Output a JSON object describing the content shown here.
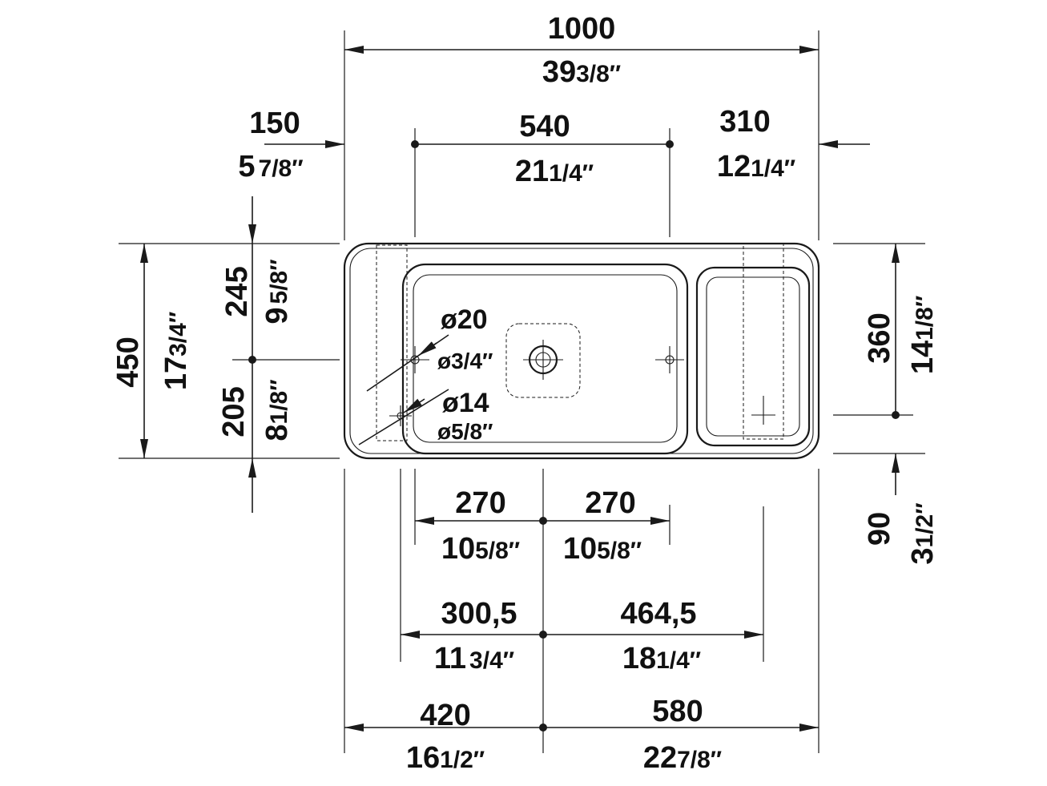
{
  "dimensions": {
    "total_width": {
      "mm": "1000",
      "inch_whole": "39",
      "inch_frac": "3/8″"
    },
    "left_offset": {
      "mm": "150",
      "inch_whole": "5",
      "inch_frac": "7/8″"
    },
    "hole_spacing": {
      "mm": "540",
      "inch_whole": "21",
      "inch_frac": "1/4″"
    },
    "right_offset": {
      "mm": "310",
      "inch_whole": "12",
      "inch_frac": "1/4″"
    },
    "total_depth": {
      "mm": "450",
      "inch_whole": "17",
      "inch_frac": "3/4″"
    },
    "upper_depth": {
      "mm": "245",
      "inch_whole": "9",
      "inch_frac": "5/8″"
    },
    "lower_depth": {
      "mm": "205",
      "inch_whole": "8",
      "inch_frac": "1/8″"
    },
    "tray_depth": {
      "mm": "360",
      "inch_whole": "14",
      "inch_frac": "1/8″"
    },
    "tray_offset": {
      "mm": "90",
      "inch_whole": "3",
      "inch_frac": "1/2″"
    },
    "half_left": {
      "mm": "270",
      "inch_whole": "10",
      "inch_frac": "5/8″"
    },
    "half_right": {
      "mm": "270",
      "inch_whole": "10",
      "inch_frac": "5/8″"
    },
    "mid_left": {
      "mm": "300,5",
      "inch_whole": "11",
      "inch_frac": "3/4″"
    },
    "mid_right": {
      "mm": "464,5",
      "inch_whole": "18",
      "inch_frac": "1/4″"
    },
    "base_left": {
      "mm": "420",
      "inch_whole": "16",
      "inch_frac": "1/2″"
    },
    "base_right": {
      "mm": "580",
      "inch_whole": "22",
      "inch_frac": "7/8″"
    }
  },
  "holes": {
    "tap_hole": {
      "mm": "ø20",
      "inch": "ø3/4″"
    },
    "overflow_hole": {
      "mm": "ø14",
      "inch": "ø5/8″"
    }
  }
}
